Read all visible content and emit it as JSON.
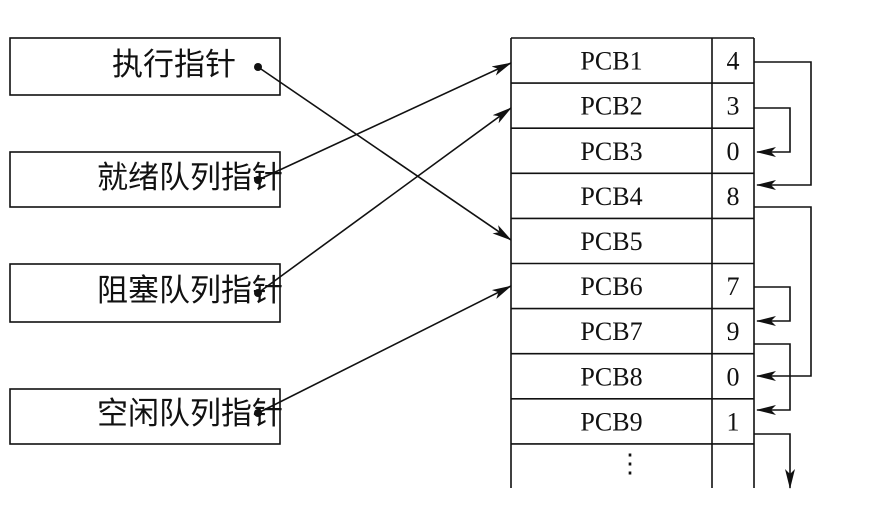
{
  "pointers": [
    {
      "label": "执行指针",
      "target": "PCB5"
    },
    {
      "label": "就绪队列指针",
      "target": "PCB1"
    },
    {
      "label": "阻塞队列指针",
      "target": "PCB2"
    },
    {
      "label": "空闲队列指针",
      "target": "PCB6"
    }
  ],
  "pcb_table": {
    "rows": [
      {
        "name": "PCB1",
        "link": "4"
      },
      {
        "name": "PCB2",
        "link": "3"
      },
      {
        "name": "PCB3",
        "link": "0"
      },
      {
        "name": "PCB4",
        "link": "8"
      },
      {
        "name": "PCB5",
        "link": ""
      },
      {
        "name": "PCB6",
        "link": "7"
      },
      {
        "name": "PCB7",
        "link": "9"
      },
      {
        "name": "PCB8",
        "link": "0"
      },
      {
        "name": "PCB9",
        "link": "1"
      }
    ],
    "continuation": "⋮"
  }
}
